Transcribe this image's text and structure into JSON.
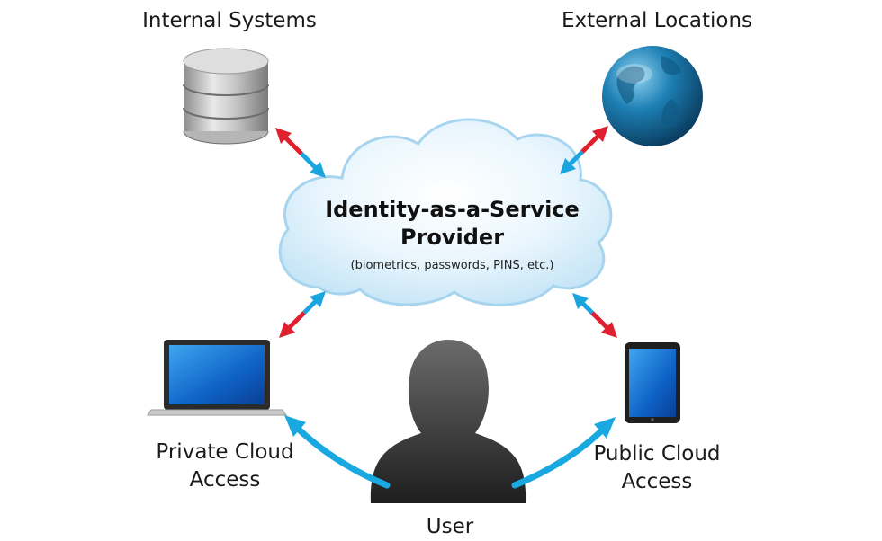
{
  "labels": {
    "internal": "Internal Systems",
    "external": "External Locations",
    "private_line1": "Private Cloud",
    "private_line2": "Access",
    "public_line1": "Public Cloud",
    "public_line2": "Access",
    "user": "User"
  },
  "cloud": {
    "title_line1": "Identity-as-a-Service",
    "title_line2": "Provider",
    "subtitle": "(biometrics, passwords, PINS, etc.)"
  },
  "icons": {
    "internal": "database-icon",
    "external": "globe-icon",
    "private": "laptop-icon",
    "public": "tablet-icon",
    "user": "user-silhouette-icon"
  },
  "colors": {
    "cloud_fill": "#dbeefa",
    "cloud_border": "#a7d5ef",
    "arrow_red": "#e0202e",
    "arrow_blue": "#1aa5df",
    "curve_arrow": "#19a8e0"
  }
}
